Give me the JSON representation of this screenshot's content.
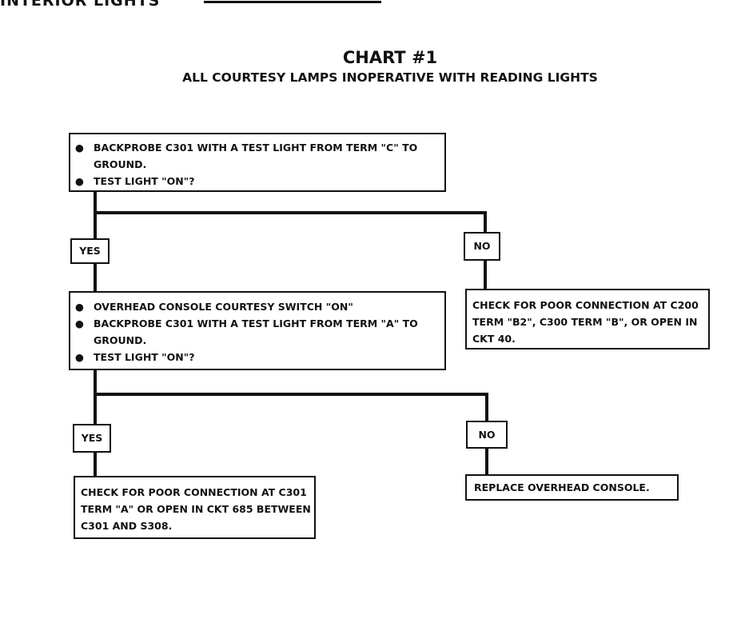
{
  "header": {
    "section_title": "INTERIOR LIGHTS"
  },
  "chart": {
    "title": "CHART #1",
    "subtitle": "ALL COURTESY LAMPS INOPERATIVE WITH READING LIGHTS"
  },
  "boxes": {
    "step1": {
      "bullet": "●",
      "items": [
        "BACKPROBE C301 WITH A TEST LIGHT FROM TERM \"C\" TO GROUND.",
        "TEST LIGHT \"ON\"?"
      ]
    },
    "step2": {
      "bullet": "●",
      "items": [
        "OVERHEAD CONSOLE COURTESY SWITCH \"ON\"",
        "BACKPROBE C301 WITH A TEST LIGHT FROM TERM \"A\" TO GROUND.",
        "TEST LIGHT \"ON\"?"
      ]
    },
    "result_c200": {
      "text": "CHECK FOR POOR CONNECTION AT C200 TERM \"B2\", C300 TERM \"B\", OR OPEN IN CKT 40."
    },
    "result_c301": {
      "text": "CHECK FOR POOR CONNECTION AT C301 TERM \"A\" OR OPEN IN CKT 685 BETWEEN C301 AND S308."
    },
    "result_replace": {
      "text": "REPLACE OVERHEAD CONSOLE."
    }
  },
  "labels": {
    "yes1": "YES",
    "no1": "NO",
    "yes2": "YES",
    "no2": "NO"
  }
}
